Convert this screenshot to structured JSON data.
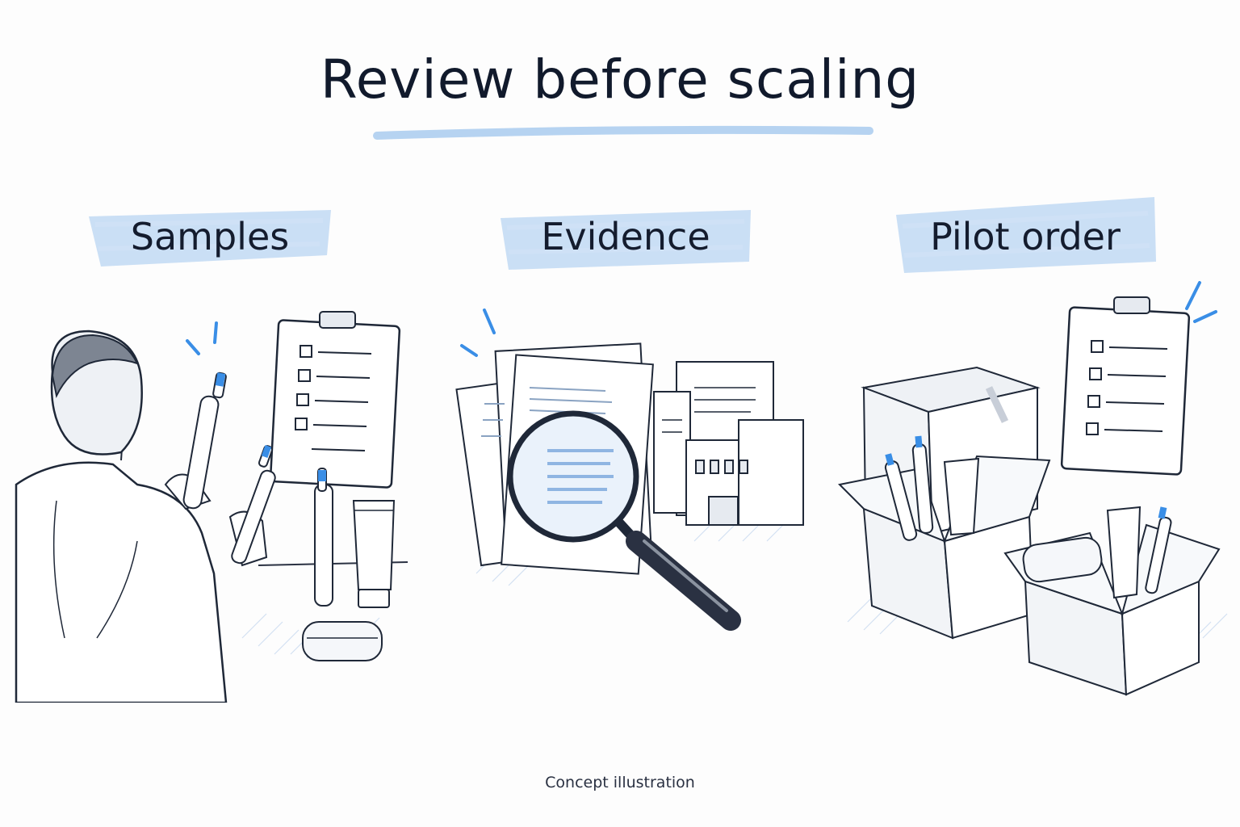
{
  "title": "Review before scaling",
  "panels": [
    {
      "label": "Samples"
    },
    {
      "label": "Evidence"
    },
    {
      "label": "Pilot order"
    }
  ],
  "caption": "Concept illustration",
  "colors": {
    "accent_blue": "#a9cbee",
    "ink": "#1a2233",
    "highlight": "#3a8ee6"
  }
}
